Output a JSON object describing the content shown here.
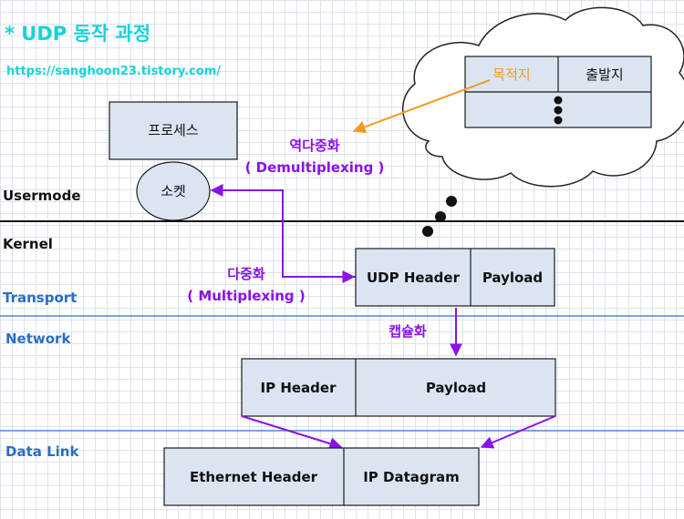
{
  "title": "* UDP 동작 과정",
  "url": "https://sanghoon23.tistory.com/",
  "colors": {
    "cyan": "#16d3d6",
    "purple": "#8a12e6",
    "orange": "#f39a1d",
    "layer_blue": "#2a6dc4",
    "box_fill": "#dbe5f1",
    "box_stroke": "#1a1a1a",
    "divider_blue": "#4a88d8"
  },
  "labels": {
    "usermode": "Usermode",
    "kernel": "Kernel",
    "transport": "Transport",
    "network": "Network",
    "datalink": "Data Link"
  },
  "process": {
    "label": "프로세스"
  },
  "socket": {
    "label": "소켓"
  },
  "cloud_table": {
    "dest": "목적지",
    "src": "출발지"
  },
  "demux": {
    "label": "역다중화",
    "label_en": "( Demultiplexing )"
  },
  "mux": {
    "label": "다중화",
    "label_en": "( Multiplexing )"
  },
  "encap": {
    "label": "캡슐화"
  },
  "udp_segment": {
    "header": "UDP Header",
    "payload": "Payload"
  },
  "ip_packet": {
    "header": "IP Header",
    "payload": "Payload"
  },
  "frame": {
    "header": "Ethernet Header",
    "payload": "IP Datagram"
  }
}
